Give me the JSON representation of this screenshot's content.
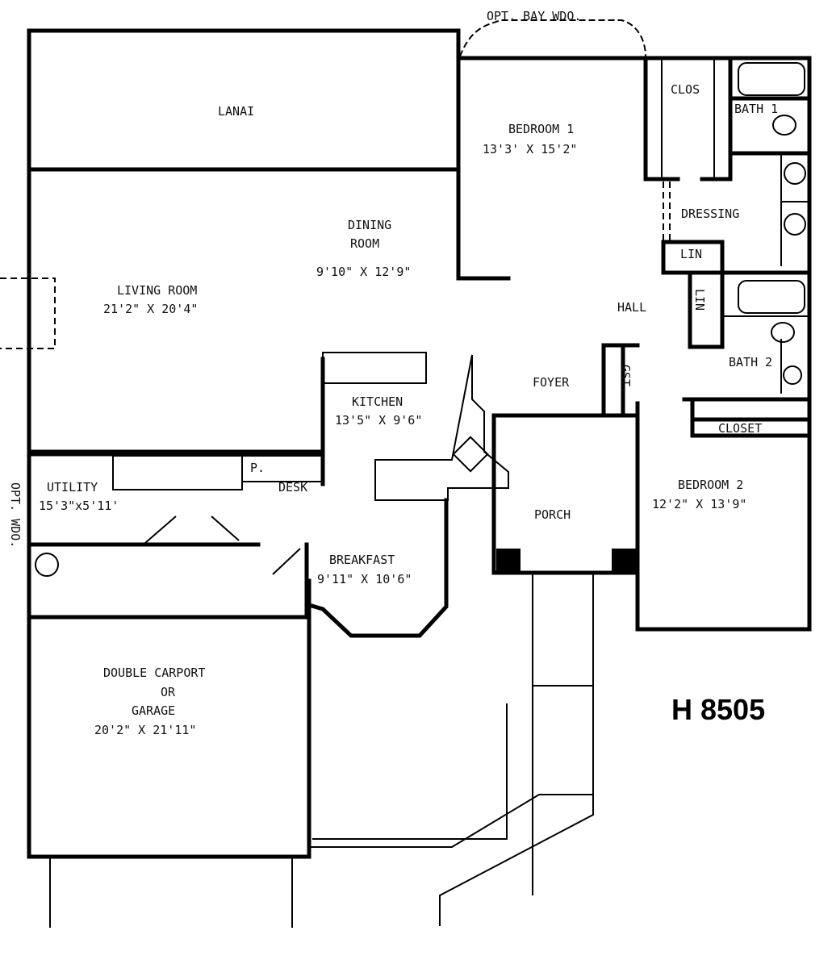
{
  "plan_id": "H 8505",
  "rooms": {
    "lanai": {
      "name": "LANAI"
    },
    "bedroom1": {
      "name": "BEDROOM 1",
      "size": "13'3' X 15'2\""
    },
    "closet1": {
      "name": "CLOS"
    },
    "bath1": {
      "name": "BATH 1"
    },
    "dressing": {
      "name": "DRESSING"
    },
    "linen1": {
      "name": "LIN"
    },
    "linen2": {
      "name": "LIN"
    },
    "dining": {
      "name": "DINING",
      "name2": "ROOM",
      "size": "9'10\" X 12'9\""
    },
    "living": {
      "name": "LIVING ROOM",
      "size": "21'2\" X 20'4\""
    },
    "hall": {
      "name": "HALL"
    },
    "kitchen": {
      "name": "KITCHEN",
      "size": "13'5\" X 9'6\""
    },
    "foyer": {
      "name": "FOYER"
    },
    "guest_closet": {
      "name": "GST."
    },
    "bath2": {
      "name": "BATH 2"
    },
    "closet2": {
      "name": "CLOSET"
    },
    "utility": {
      "name": "UTILITY",
      "size": "15'3\"x5'11'"
    },
    "pantry": {
      "name": "P."
    },
    "desk": {
      "name": "DESK"
    },
    "porch": {
      "name": "PORCH"
    },
    "bedroom2": {
      "name": "BEDROOM 2",
      "size": "12'2\" X 13'9\""
    },
    "breakfast": {
      "name": "BREAKFAST",
      "size": "9'11\" X 10'6\""
    },
    "garage": {
      "line1": "DOUBLE CARPORT",
      "line2": "OR",
      "line3": "GARAGE",
      "size": "20'2\" X 21'11\""
    }
  },
  "notes": {
    "bay_window": "OPT. BAY WDO.",
    "side_window": "OPT. WDO."
  }
}
